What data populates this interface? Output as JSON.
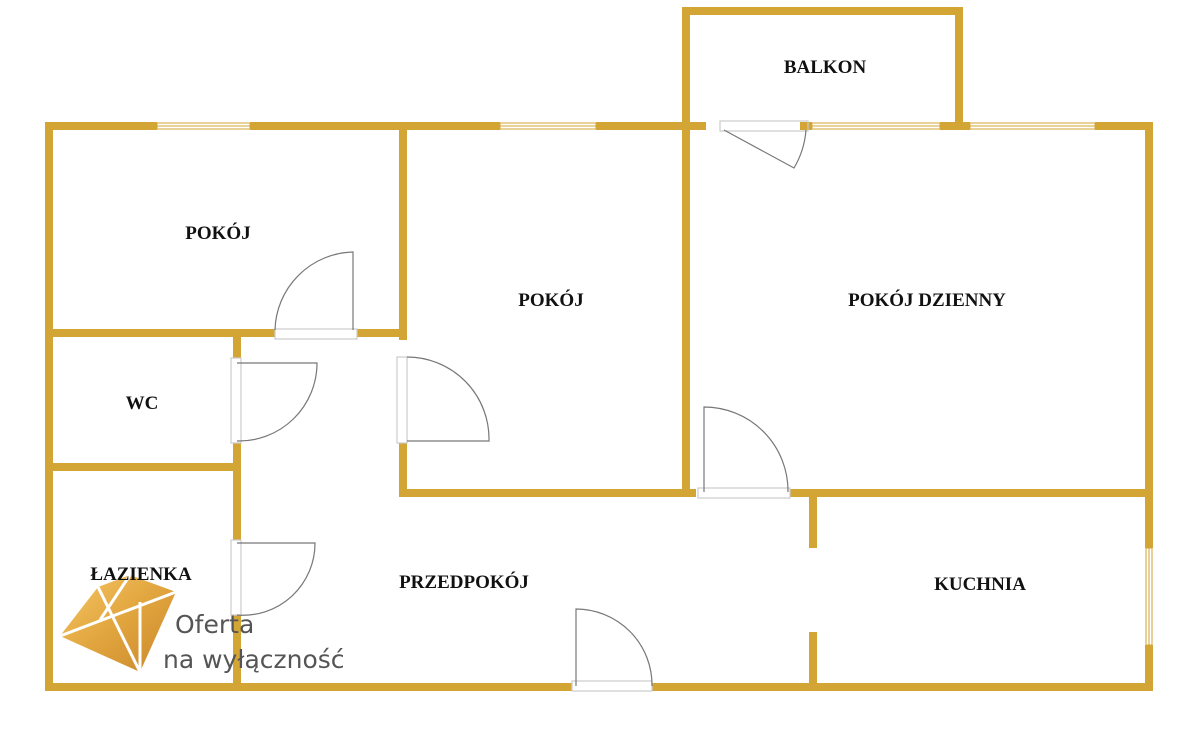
{
  "rooms": {
    "balkon": "BALKON",
    "pokoj1": "POKÓJ",
    "pokoj2": "POKÓJ",
    "pokoj_dzienny": "POKÓJ DZIENNY",
    "wc": "WC",
    "lazienka": "ŁAZIENKA",
    "przedpokoj": "PRZEDPOKÓJ",
    "kuchnia": "KUCHNIA"
  },
  "logo": {
    "line1": "Oferta",
    "line2": "na wyłączność"
  },
  "colors": {
    "wall": "#D3A535",
    "door": "#777777"
  }
}
